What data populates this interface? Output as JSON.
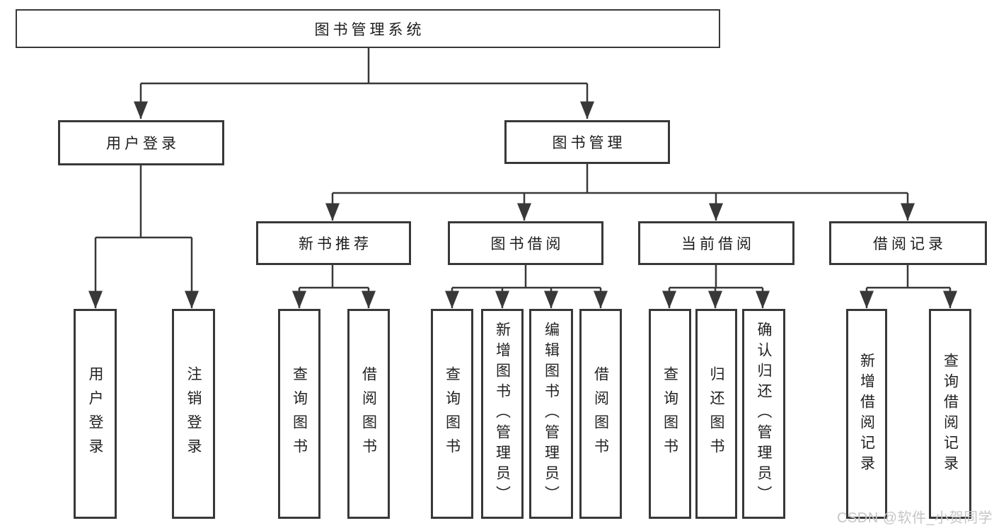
{
  "page": {
    "watermark": "CSDN @软件_小贺同学"
  },
  "diagram": {
    "root": {
      "label": "图书管理系统"
    },
    "level2": [
      {
        "label": "用户登录"
      },
      {
        "label": "图书管理"
      }
    ],
    "level3": [
      {
        "label": "新书推荐"
      },
      {
        "label": "图书借阅"
      },
      {
        "label": "当前借阅"
      },
      {
        "label": "借阅记录"
      }
    ],
    "leaves": [
      {
        "label": "用户登录"
      },
      {
        "label": "注销登录"
      },
      {
        "label": "查询图书"
      },
      {
        "label": "借阅图书"
      },
      {
        "label": "查询图书"
      },
      {
        "label": "新增图书（管理员）"
      },
      {
        "label": "编辑图书（管理员）"
      },
      {
        "label": "借阅图书"
      },
      {
        "label": "查询图书"
      },
      {
        "label": "归还图书"
      },
      {
        "label": "确认归还（管理员）"
      },
      {
        "label": "新增借阅记录"
      },
      {
        "label": "查询借阅记录"
      }
    ],
    "colors": {
      "line": "#383838",
      "text": "#1c1c1c",
      "watermark": "#c6c6c6"
    }
  }
}
